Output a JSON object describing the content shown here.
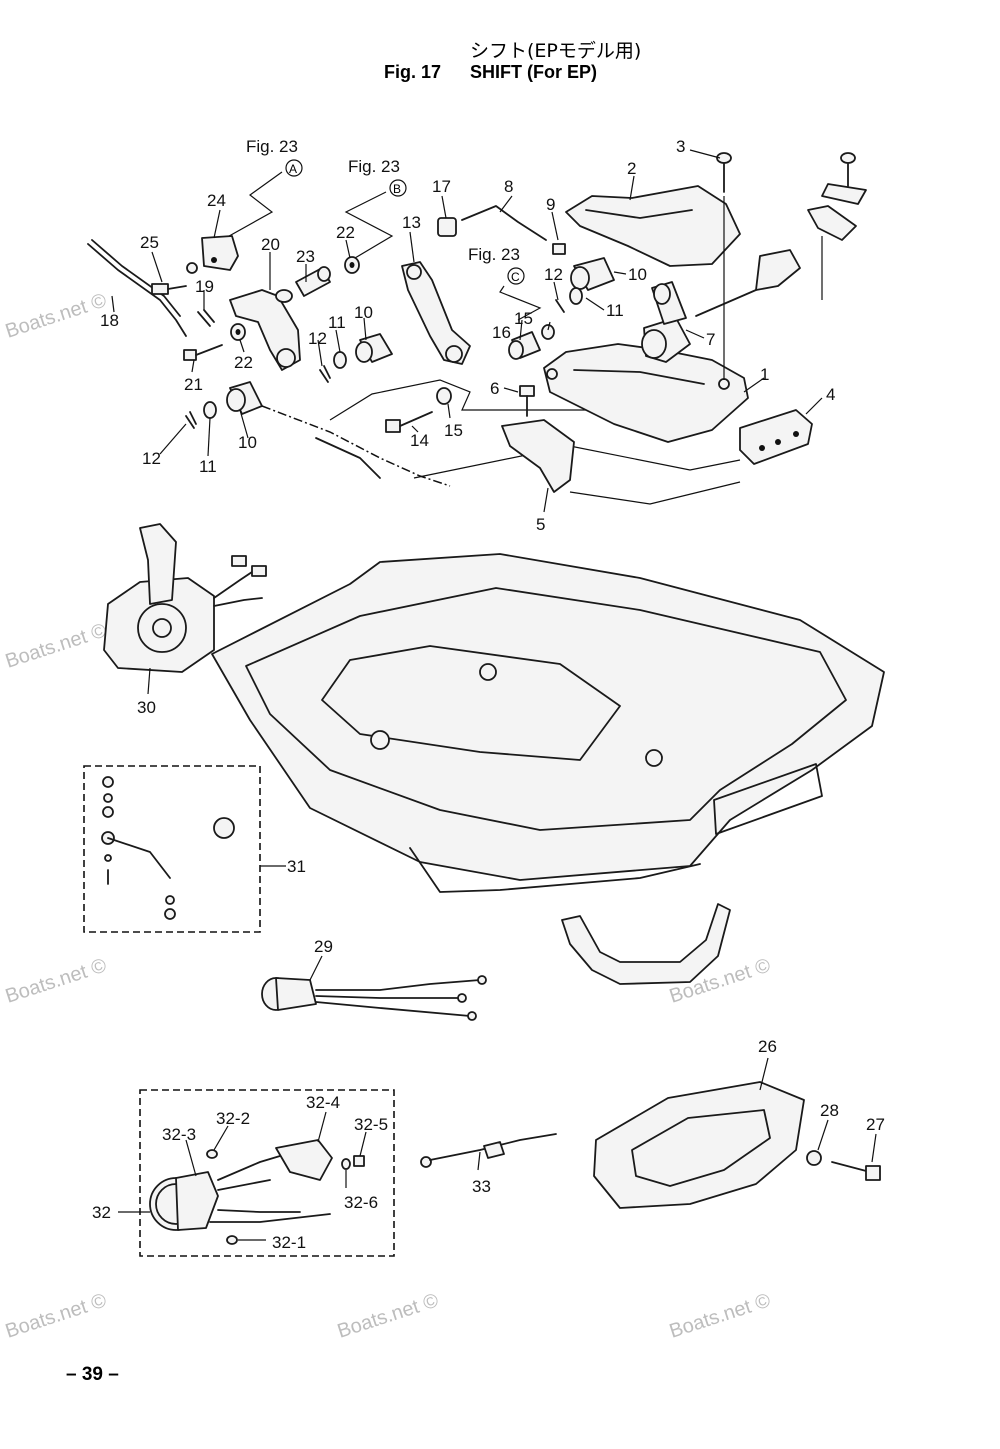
{
  "header": {
    "title_jp": "シフト(EPモデル用)",
    "fig_label": "Fig. 17",
    "title_en": "SHIFT (For EP)"
  },
  "references": {
    "fig23a": "Fig. 23",
    "fig23a_circle": "A",
    "fig23b": "Fig. 23",
    "fig23b_circle": "B",
    "fig23c": "Fig. 23",
    "fig23c_circle": "C"
  },
  "labels": {
    "p1": "1",
    "p2": "2",
    "p3": "3",
    "p4": "4",
    "p5": "5",
    "p6": "6",
    "p7": "7",
    "p8": "8",
    "p9": "9",
    "p10a": "10",
    "p10b": "10",
    "p10c": "10",
    "p11a": "11",
    "p11b": "11",
    "p11c": "11",
    "p12a": "12",
    "p12b": "12",
    "p12c": "12",
    "p13": "13",
    "p14": "14",
    "p15a": "15",
    "p15b": "15",
    "p16": "16",
    "p17": "17",
    "p18": "18",
    "p19": "19",
    "p20": "20",
    "p21": "21",
    "p22a": "22",
    "p22b": "22",
    "p23": "23",
    "p24": "24",
    "p25": "25",
    "p26": "26",
    "p27": "27",
    "p28": "28",
    "p29": "29",
    "p30": "30",
    "p31": "31",
    "p32": "32",
    "p32_1": "32-1",
    "p32_2": "32-2",
    "p32_3": "32-3",
    "p32_4": "32-4",
    "p32_5": "32-5",
    "p32_6": "32-6",
    "p33": "33"
  },
  "watermark": "Boats.net ©",
  "footer": {
    "page_number": "– 39 –"
  }
}
